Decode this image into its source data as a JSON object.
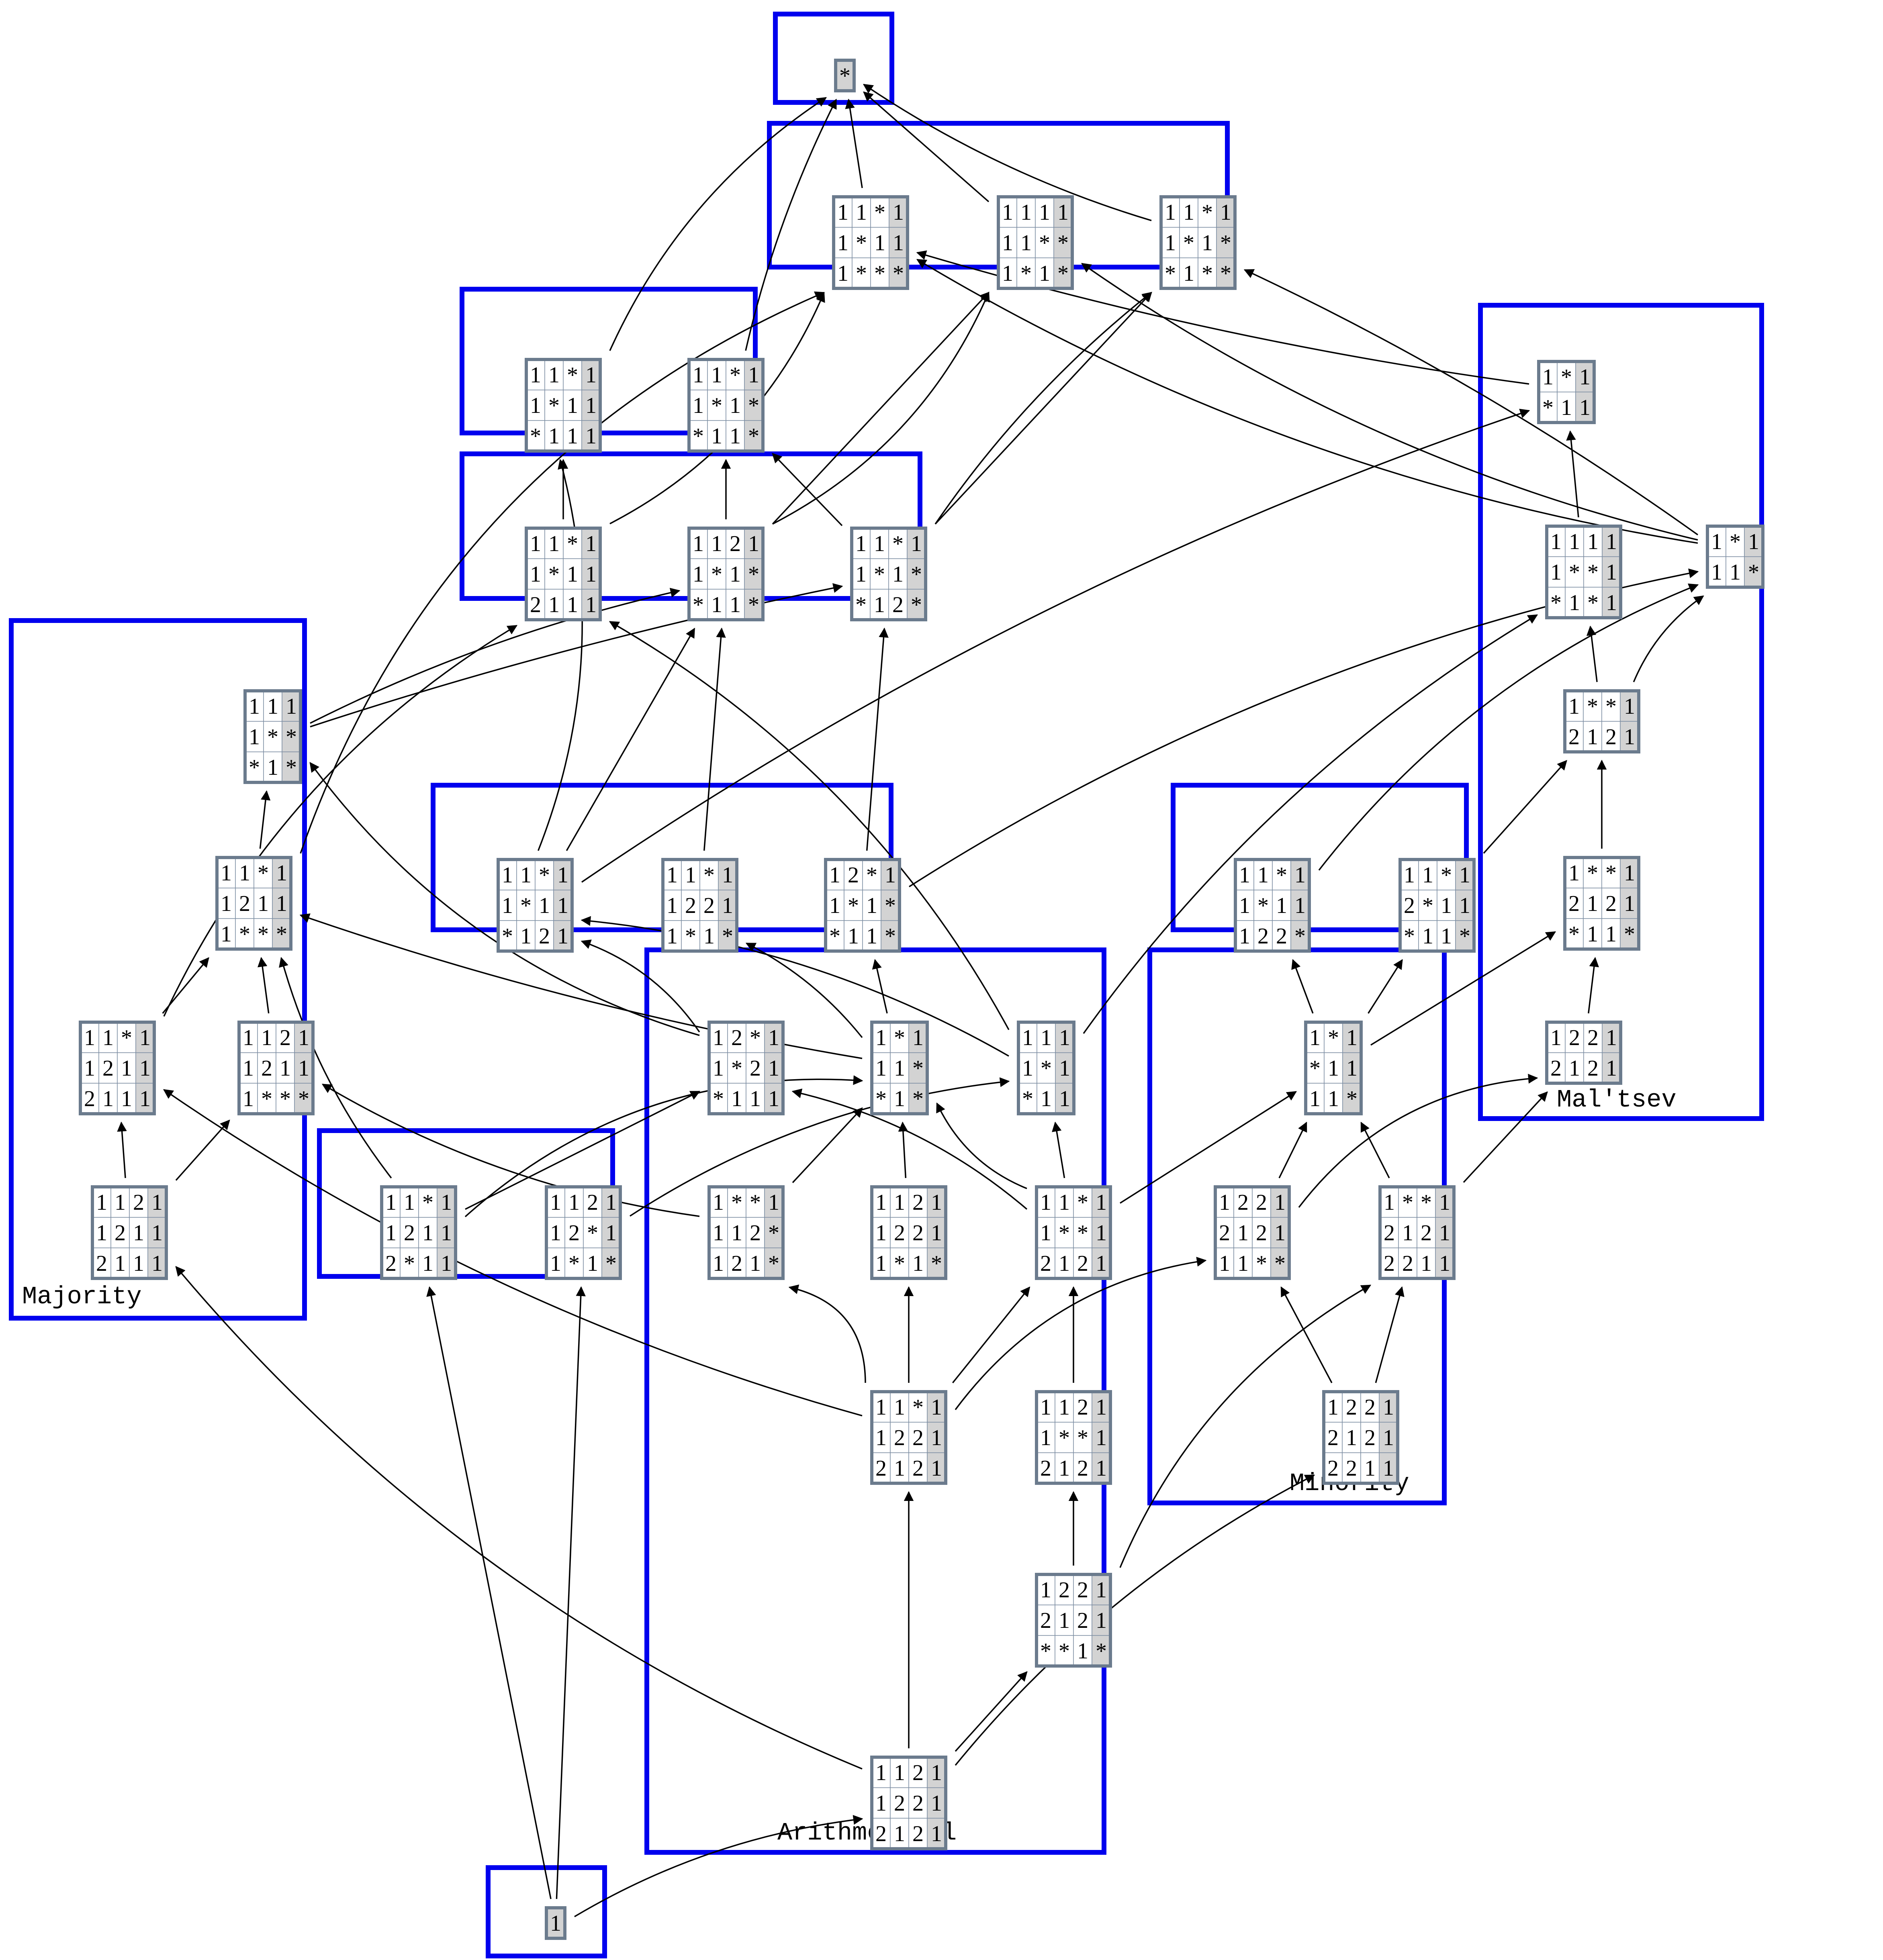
{
  "colors": {
    "group_border": "#0000ee",
    "matrix_border": "#6b7b8d",
    "last_column_fill": "#d3d3d3",
    "cell_fill": "#ffffff",
    "edge": "#000000"
  },
  "groups": [
    {
      "id": "top"
    },
    {
      "id": "g2"
    },
    {
      "id": "g3"
    },
    {
      "id": "g4"
    },
    {
      "id": "majority",
      "label": "Majority"
    },
    {
      "id": "g6"
    },
    {
      "id": "g7"
    },
    {
      "id": "maltsev",
      "label": "Mal'tsev"
    },
    {
      "id": "arithmetical",
      "label": "Arithmetical"
    },
    {
      "id": "minority",
      "label": "Minority"
    },
    {
      "id": "g11"
    },
    {
      "id": "bottom"
    }
  ],
  "nodes": [
    {
      "id": "top",
      "rows": [
        [
          "*"
        ]
      ]
    },
    {
      "id": "a1",
      "rows": [
        [
          "1",
          "1",
          "*",
          "1"
        ],
        [
          "1",
          "*",
          "1",
          "1"
        ],
        [
          "1",
          "*",
          "*",
          "*"
        ]
      ]
    },
    {
      "id": "a2",
      "rows": [
        [
          "1",
          "1",
          "1",
          "1"
        ],
        [
          "1",
          "1",
          "*",
          "*"
        ],
        [
          "1",
          "*",
          "1",
          "*"
        ]
      ]
    },
    {
      "id": "a3",
      "rows": [
        [
          "1",
          "1",
          "*",
          "1"
        ],
        [
          "1",
          "*",
          "1",
          "*"
        ],
        [
          "*",
          "1",
          "*",
          "*"
        ]
      ]
    },
    {
      "id": "b1",
      "rows": [
        [
          "1",
          "1",
          "*",
          "1"
        ],
        [
          "1",
          "*",
          "1",
          "1"
        ],
        [
          "*",
          "1",
          "1",
          "1"
        ]
      ]
    },
    {
      "id": "b2",
      "rows": [
        [
          "1",
          "1",
          "*",
          "1"
        ],
        [
          "1",
          "*",
          "1",
          "*"
        ],
        [
          "*",
          "1",
          "1",
          "*"
        ]
      ]
    },
    {
      "id": "c1",
      "rows": [
        [
          "1",
          "1",
          "*",
          "1"
        ],
        [
          "1",
          "*",
          "1",
          "1"
        ],
        [
          "2",
          "1",
          "1",
          "1"
        ]
      ]
    },
    {
      "id": "c2",
      "rows": [
        [
          "1",
          "1",
          "2",
          "1"
        ],
        [
          "1",
          "*",
          "1",
          "*"
        ],
        [
          "*",
          "1",
          "1",
          "*"
        ]
      ]
    },
    {
      "id": "c3",
      "rows": [
        [
          "1",
          "1",
          "*",
          "1"
        ],
        [
          "1",
          "*",
          "1",
          "*"
        ],
        [
          "*",
          "1",
          "2",
          "*"
        ]
      ]
    },
    {
      "id": "d1",
      "rows": [
        [
          "1",
          "1",
          "*",
          "1"
        ],
        [
          "1",
          "*",
          "1",
          "1"
        ],
        [
          "*",
          "1",
          "2",
          "1"
        ]
      ]
    },
    {
      "id": "d2",
      "rows": [
        [
          "1",
          "1",
          "*",
          "1"
        ],
        [
          "1",
          "2",
          "2",
          "1"
        ],
        [
          "1",
          "*",
          "1",
          "*"
        ]
      ]
    },
    {
      "id": "d3",
      "rows": [
        [
          "1",
          "2",
          "*",
          "1"
        ],
        [
          "1",
          "*",
          "1",
          "*"
        ],
        [
          "*",
          "1",
          "1",
          "*"
        ]
      ]
    },
    {
      "id": "e1",
      "rows": [
        [
          "1",
          "1",
          "*",
          "1"
        ],
        [
          "1",
          "*",
          "1",
          "1"
        ],
        [
          "1",
          "2",
          "2",
          "*"
        ]
      ]
    },
    {
      "id": "e2",
      "rows": [
        [
          "1",
          "1",
          "*",
          "1"
        ],
        [
          "2",
          "*",
          "1",
          "1"
        ],
        [
          "*",
          "1",
          "1",
          "*"
        ]
      ]
    },
    {
      "id": "m1",
      "rows": [
        [
          "1",
          "1",
          "1"
        ],
        [
          "1",
          "*",
          "*"
        ],
        [
          "*",
          "1",
          "*"
        ]
      ]
    },
    {
      "id": "m2",
      "rows": [
        [
          "1",
          "1",
          "*",
          "1"
        ],
        [
          "1",
          "2",
          "1",
          "1"
        ],
        [
          "1",
          "*",
          "*",
          "*"
        ]
      ]
    },
    {
      "id": "m3",
      "rows": [
        [
          "1",
          "1",
          "*",
          "1"
        ],
        [
          "1",
          "2",
          "1",
          "1"
        ],
        [
          "2",
          "1",
          "1",
          "1"
        ]
      ]
    },
    {
      "id": "m4",
      "rows": [
        [
          "1",
          "1",
          "2",
          "1"
        ],
        [
          "1",
          "2",
          "1",
          "1"
        ],
        [
          "1",
          "*",
          "*",
          "*"
        ]
      ]
    },
    {
      "id": "m5",
      "rows": [
        [
          "1",
          "1",
          "2",
          "1"
        ],
        [
          "1",
          "2",
          "1",
          "1"
        ],
        [
          "2",
          "1",
          "1",
          "1"
        ]
      ]
    },
    {
      "id": "f1",
      "rows": [
        [
          "1",
          "1",
          "*",
          "1"
        ],
        [
          "1",
          "2",
          "1",
          "1"
        ],
        [
          "2",
          "*",
          "1",
          "1"
        ]
      ]
    },
    {
      "id": "f2",
      "rows": [
        [
          "1",
          "1",
          "2",
          "1"
        ],
        [
          "1",
          "2",
          "*",
          "1"
        ],
        [
          "1",
          "*",
          "1",
          "*"
        ]
      ]
    },
    {
      "id": "t1",
      "rows": [
        [
          "1",
          "*",
          "1"
        ],
        [
          "*",
          "1",
          "1"
        ]
      ]
    },
    {
      "id": "t2",
      "rows": [
        [
          "1",
          "1",
          "1",
          "1"
        ],
        [
          "1",
          "*",
          "*",
          "1"
        ],
        [
          "*",
          "1",
          "*",
          "1"
        ]
      ]
    },
    {
      "id": "t3",
      "rows": [
        [
          "1",
          "*",
          "1"
        ],
        [
          "1",
          "1",
          "*"
        ]
      ]
    },
    {
      "id": "t4",
      "rows": [
        [
          "1",
          "*",
          "*",
          "1"
        ],
        [
          "2",
          "1",
          "2",
          "1"
        ]
      ]
    },
    {
      "id": "t5",
      "rows": [
        [
          "1",
          "*",
          "*",
          "1"
        ],
        [
          "2",
          "1",
          "2",
          "1"
        ],
        [
          "*",
          "1",
          "1",
          "*"
        ]
      ]
    },
    {
      "id": "t6",
      "rows": [
        [
          "1",
          "2",
          "2",
          "1"
        ],
        [
          "2",
          "1",
          "2",
          "1"
        ]
      ]
    },
    {
      "id": "r1",
      "rows": [
        [
          "1",
          "2",
          "*",
          "1"
        ],
        [
          "1",
          "*",
          "2",
          "1"
        ],
        [
          "*",
          "1",
          "1",
          "1"
        ]
      ]
    },
    {
      "id": "r2",
      "rows": [
        [
          "1",
          "*",
          "1"
        ],
        [
          "1",
          "1",
          "*"
        ],
        [
          "*",
          "1",
          "*"
        ]
      ]
    },
    {
      "id": "r3",
      "rows": [
        [
          "1",
          "1",
          "1"
        ],
        [
          "1",
          "*",
          "1"
        ],
        [
          "*",
          "1",
          "1"
        ]
      ]
    },
    {
      "id": "r4",
      "rows": [
        [
          "1",
          "*",
          "*",
          "1"
        ],
        [
          "1",
          "1",
          "2",
          "*"
        ],
        [
          "1",
          "2",
          "1",
          "*"
        ]
      ]
    },
    {
      "id": "r5",
      "rows": [
        [
          "1",
          "1",
          "2",
          "1"
        ],
        [
          "1",
          "2",
          "2",
          "1"
        ],
        [
          "1",
          "*",
          "1",
          "*"
        ]
      ]
    },
    {
      "id": "r6",
      "rows": [
        [
          "1",
          "1",
          "*",
          "1"
        ],
        [
          "1",
          "*",
          "*",
          "1"
        ],
        [
          "2",
          "1",
          "2",
          "1"
        ]
      ]
    },
    {
      "id": "r7",
      "rows": [
        [
          "1",
          "1",
          "*",
          "1"
        ],
        [
          "1",
          "2",
          "2",
          "1"
        ],
        [
          "2",
          "1",
          "2",
          "1"
        ]
      ]
    },
    {
      "id": "r8",
      "rows": [
        [
          "1",
          "1",
          "2",
          "1"
        ],
        [
          "1",
          "*",
          "*",
          "1"
        ],
        [
          "2",
          "1",
          "2",
          "1"
        ]
      ]
    },
    {
      "id": "r9",
      "rows": [
        [
          "1",
          "2",
          "2",
          "1"
        ],
        [
          "2",
          "1",
          "2",
          "1"
        ],
        [
          "*",
          "*",
          "1",
          "*"
        ]
      ]
    },
    {
      "id": "r10",
      "rows": [
        [
          "1",
          "1",
          "2",
          "1"
        ],
        [
          "1",
          "2",
          "2",
          "1"
        ],
        [
          "2",
          "1",
          "2",
          "1"
        ]
      ]
    },
    {
      "id": "n1",
      "rows": [
        [
          "1",
          "*",
          "1"
        ],
        [
          "*",
          "1",
          "1"
        ],
        [
          "1",
          "1",
          "*"
        ]
      ]
    },
    {
      "id": "n2",
      "rows": [
        [
          "1",
          "2",
          "2",
          "1"
        ],
        [
          "2",
          "1",
          "2",
          "1"
        ],
        [
          "1",
          "1",
          "*",
          "*"
        ]
      ]
    },
    {
      "id": "n3",
      "rows": [
        [
          "1",
          "*",
          "*",
          "1"
        ],
        [
          "2",
          "1",
          "2",
          "1"
        ],
        [
          "2",
          "2",
          "1",
          "1"
        ]
      ]
    },
    {
      "id": "n4",
      "rows": [
        [
          "1",
          "2",
          "2",
          "1"
        ],
        [
          "2",
          "1",
          "2",
          "1"
        ],
        [
          "2",
          "2",
          "1",
          "1"
        ]
      ]
    },
    {
      "id": "bottom",
      "rows": [
        [
          "1"
        ]
      ]
    }
  ]
}
